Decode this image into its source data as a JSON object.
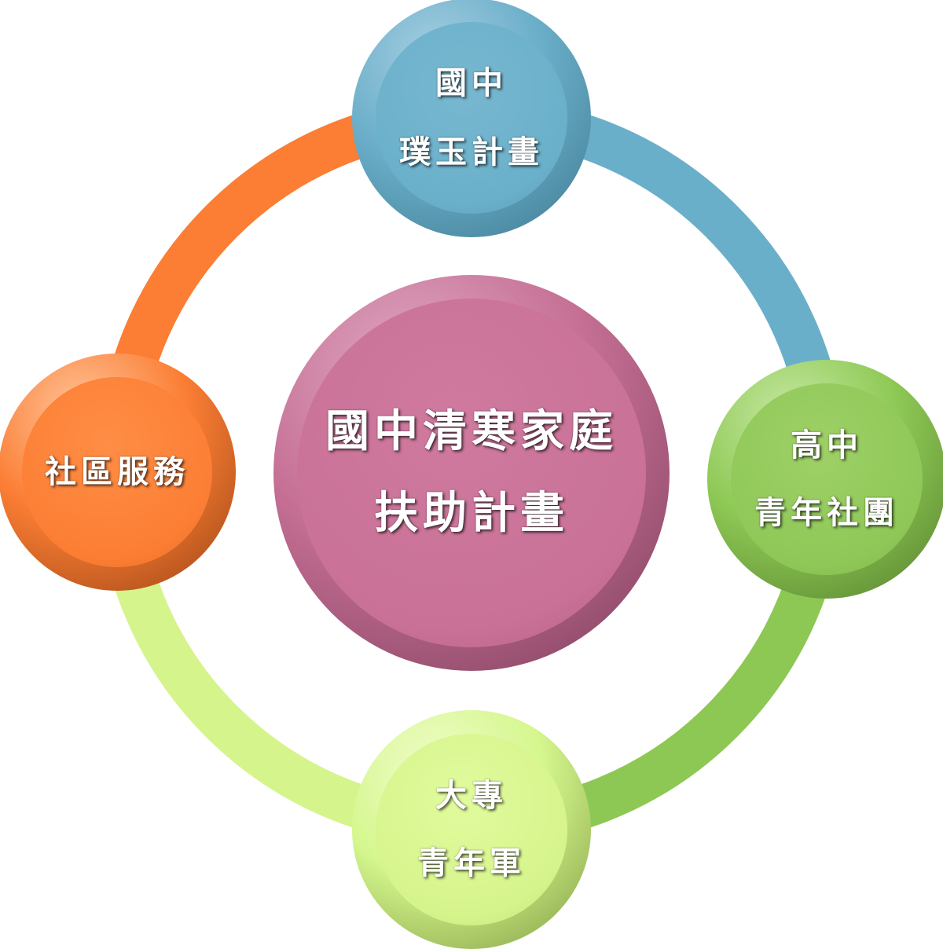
{
  "center": {
    "line1": "國中清寒家庭",
    "line2": "扶助計畫"
  },
  "top": {
    "line1": "國中",
    "line2": "璞玉計畫"
  },
  "right": {
    "line1": "高中",
    "line2": "青年社團"
  },
  "bottom": {
    "line1": "大專",
    "line2": "青年軍"
  },
  "left": {
    "line1": "社區服務"
  },
  "colors": {
    "blue": "#6aafc9",
    "green": "#8cc853",
    "light_green": "#d6f48c",
    "orange": "#fb7e34",
    "pink": "#c97196"
  }
}
